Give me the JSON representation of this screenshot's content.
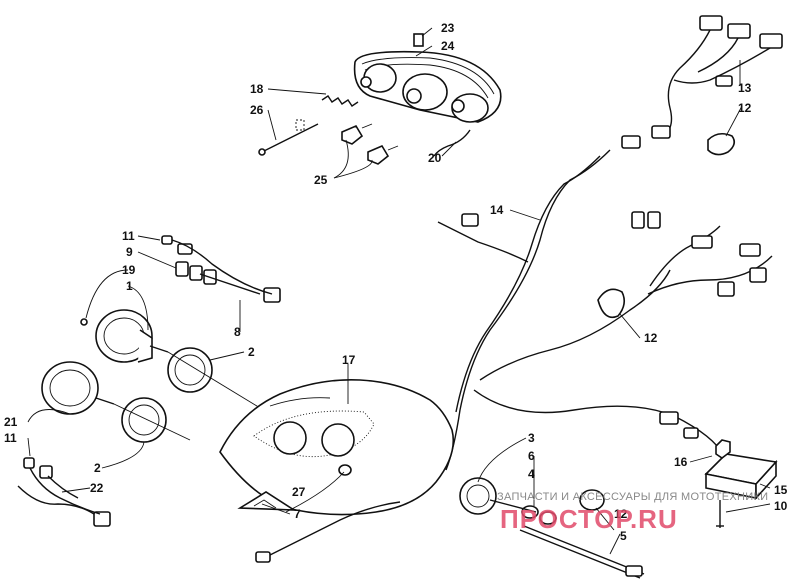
{
  "callouts": {
    "c1": "1",
    "c2a": "2",
    "c2b": "2",
    "c3": "3",
    "c4": "4",
    "c5": "5",
    "c6": "6",
    "c7": "7",
    "c8": "8",
    "c9": "9",
    "c10": "10",
    "c11a": "11",
    "c11b": "11",
    "c12a": "12",
    "c12b": "12",
    "c12c": "12",
    "c13": "13",
    "c14": "14",
    "c15": "15",
    "c16": "16",
    "c17": "17",
    "c18": "18",
    "c19": "19",
    "c20": "20",
    "c21": "21",
    "c22": "22",
    "c23": "23",
    "c24": "24",
    "c25": "25",
    "c26": "26",
    "c27": "27"
  },
  "watermark": {
    "caption": "ЗАПЧАСТИ И АКСЕССУАРЫ ДЛЯ МОТОТЕХНИКИ",
    "brand": "ПРОСТОР.RU"
  },
  "colors": {
    "line": "#111111",
    "watermark": "#e04a6a"
  }
}
